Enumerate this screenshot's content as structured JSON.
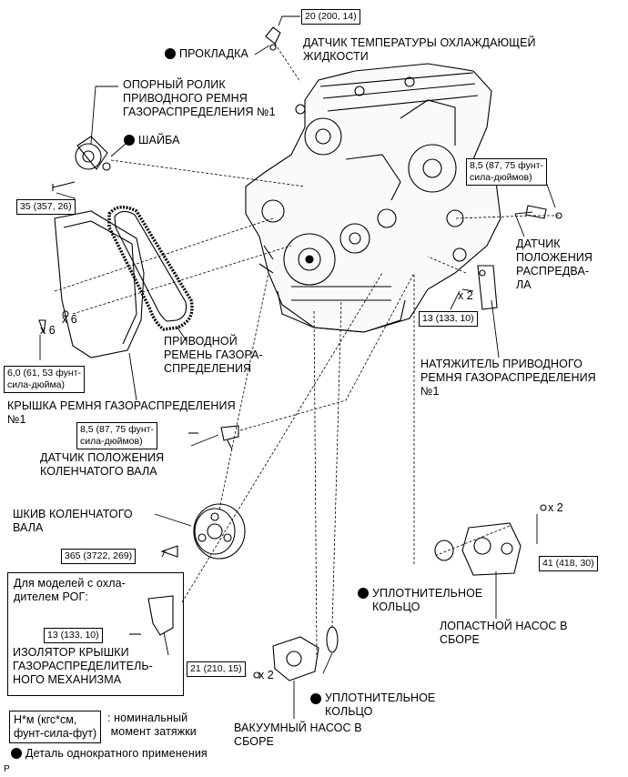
{
  "labels": {
    "gasket": "ПРОКЛАДКА",
    "coolant_sensor": "ДАТЧИК ТЕМПЕРАТУРЫ ОХЛАЖДАЮЩЕЙ\nЖИДКОСТИ",
    "idler": "ОПОРНЫЙ РОЛИК\nПРИВОДНОГО РЕМНЯ\nГАЗОРАСПРЕДЕЛЕНИЯ №1",
    "washer": "ШАЙБА",
    "belt": "ПРИВОДНОЙ\nРЕМЕНЬ ГАЗОРА-\nСПРЕДЕЛЕНИЯ",
    "belt_cover": "КРЫШКА РЕМНЯ ГАЗОРАСПРЕДЕЛЕНИЯ\n№1",
    "cam_sensor": "ДАТЧИК\nПОЛОЖЕНИЯ\nРАСПРЕДВА-\nЛА",
    "tensioner": "НАТЯЖИТЕЛЬ ПРИВОДНОГО\nРЕМНЯ ГАЗОРАСПРЕДЕЛЕНИЯ\n№1",
    "crank_sensor": "ДАТЧИК ПОЛОЖЕНИЯ\nКОЛЕНЧАТОГО ВАЛА",
    "crank_pulley": "ШКИВ КОЛЕНЧАТОГО\nВАЛА",
    "egr_note": "Для моделей с охла-\nдителем РОГ:",
    "insulator": "ИЗОЛЯТОР КРЫШКИ\nГАЗОРАСПРЕДЕЛИТЕЛЬ-\nНОГО МЕХАНИЗМА",
    "oring_top": "УПЛОТНИТЕЛЬНОЕ\nКОЛЬЦО",
    "vane_pump": "ЛОПАСТНОЙ НАСОС В\nСБОРЕ",
    "oring_bottom": "УПЛОТНИТЕЛЬНОЕ\nКОЛЬЦО",
    "vacuum_pump": "ВАКУУМНЫЙ НАСОС В\nСБОРЕ"
  },
  "torques": {
    "t_sensor": "20 (200, 14)",
    "t_idler": "35 (357, 26)",
    "t_cam": "8,5 (87, 75 фунт-\nсила-дюймов)",
    "t_tensioner": "13 (133, 10)",
    "t_cover": "6,0 (61, 53 фунт-\nсила-дюйма)",
    "t_crank": "8,5 (87, 75 фунт-\nсила-дюймов)",
    "t_pulley": "365 (3722, 269)",
    "t_pump": "41 (418, 30)",
    "t_insulator": "13 (133, 10)",
    "t_vacuum": "21 (210, 15)"
  },
  "quantities": {
    "q_tensioner": "x 2",
    "q_cover_a": "x 6",
    "q_cover_b": "x 6",
    "q_pump": "x 2",
    "q_vacuum": "x 2"
  },
  "legend": {
    "unit_box": "Н*м (кгс*см,\nфунт-сила-фут)",
    "unit_desc": ": номинальный\n момент затяжки",
    "single_use": "Деталь однократного применения"
  },
  "corner_mark": "P"
}
